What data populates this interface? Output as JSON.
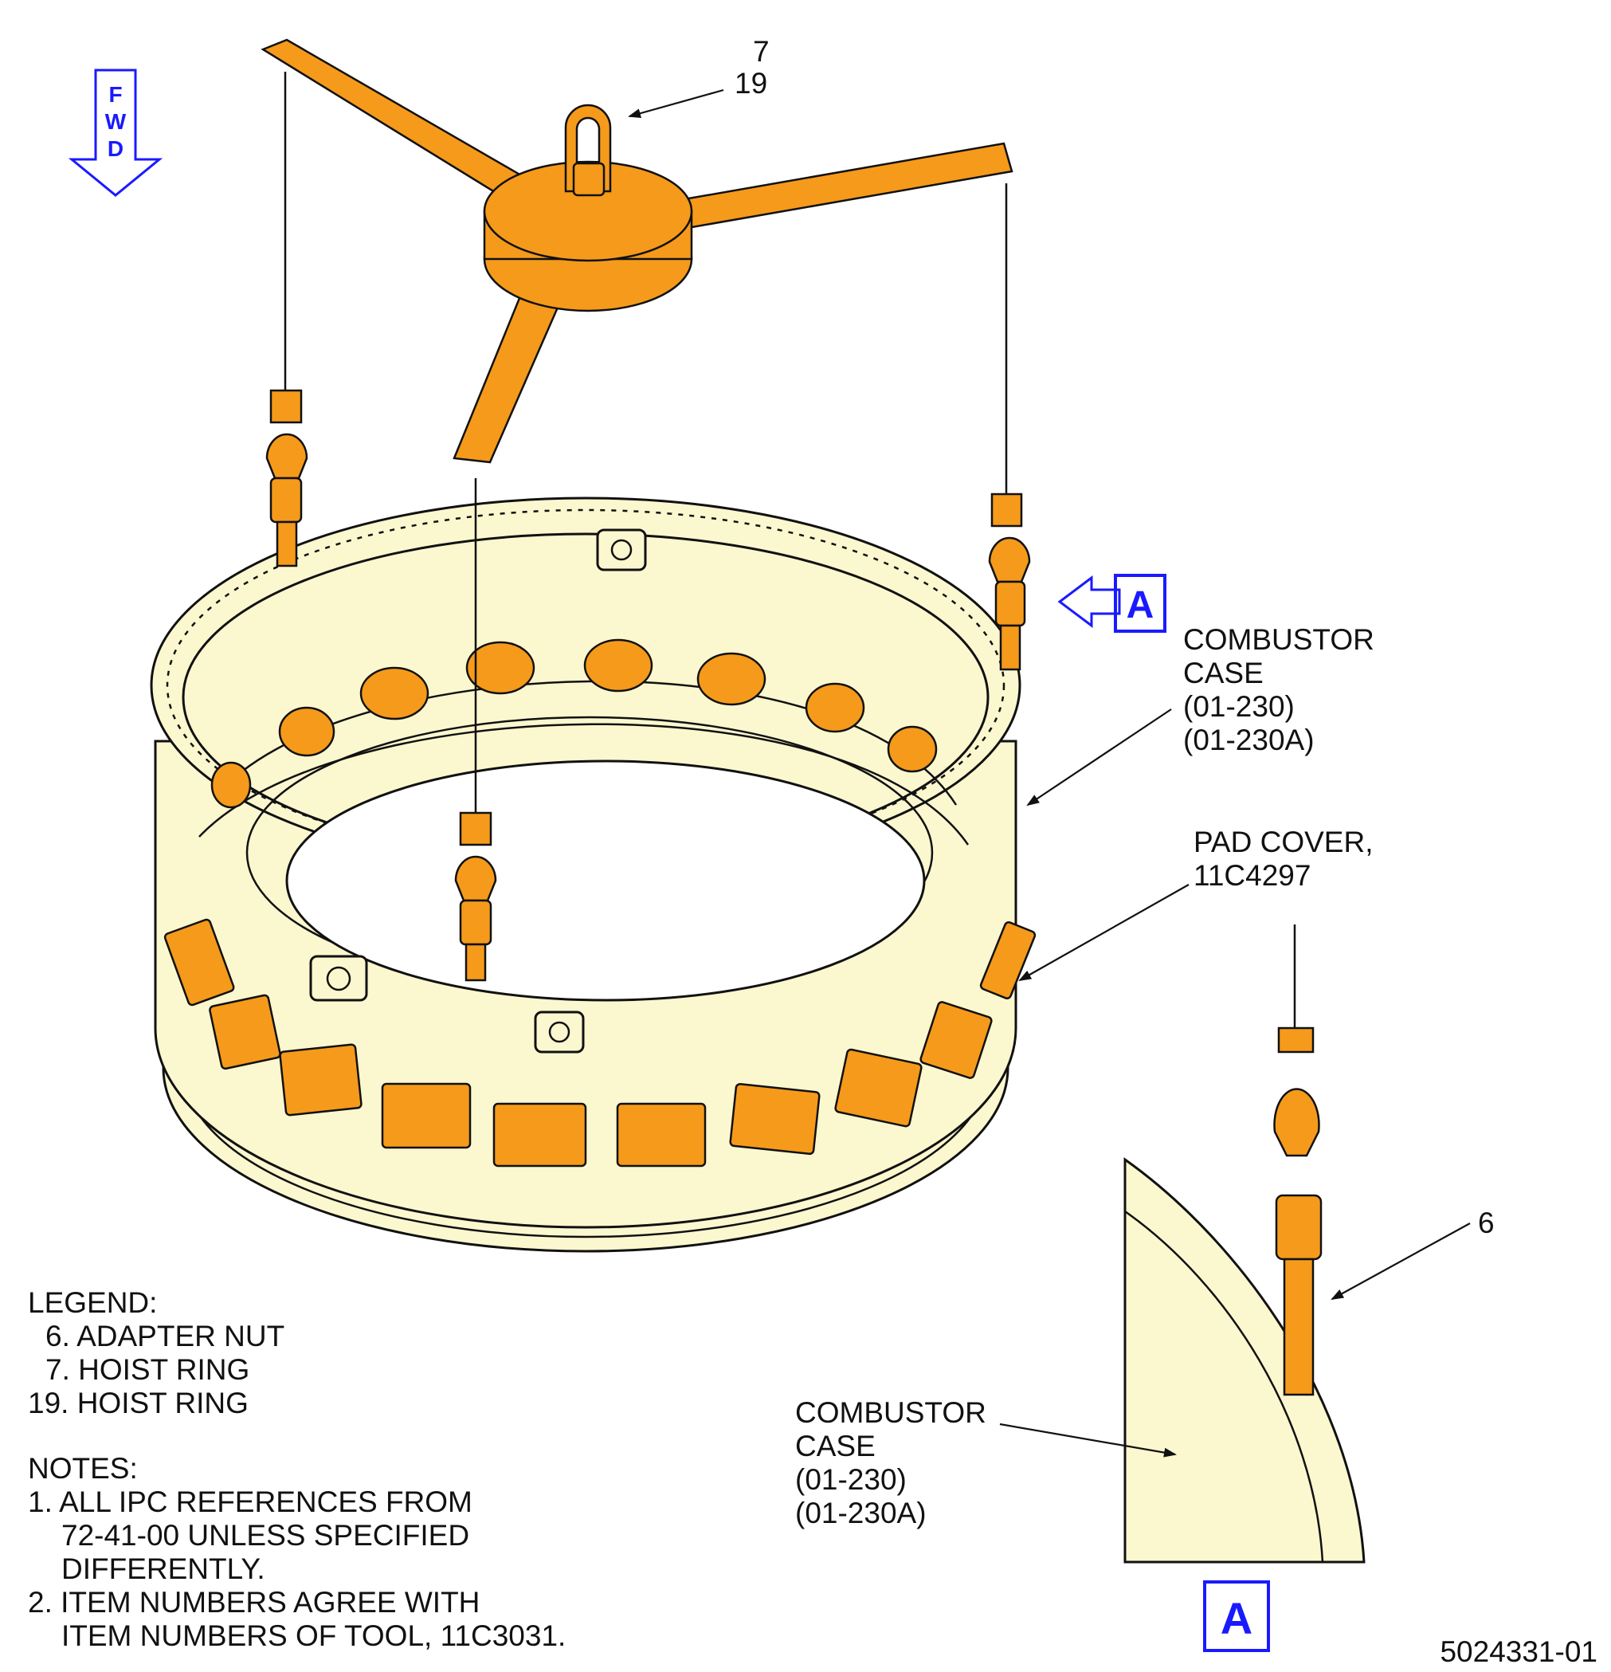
{
  "callouts": {
    "item_7": "7",
    "item_19": "19",
    "item_6": "6",
    "fwd": [
      "F",
      "W",
      "D"
    ],
    "view_flag_top": "A",
    "view_flag_bottom": "A"
  },
  "labels": {
    "combustor_case_main": [
      "COMBUSTOR",
      "CASE",
      "(01-230)",
      "(01-230A)"
    ],
    "pad_cover": [
      "PAD COVER,",
      "11C4297"
    ],
    "combustor_case_detail": [
      "COMBUSTOR",
      "CASE",
      "(01-230)",
      "(01-230A)"
    ]
  },
  "legend": {
    "title": "LEGEND:",
    "items": [
      "6. ADAPTER NUT",
      "7. HOIST RING",
      "19. HOIST RING"
    ]
  },
  "notes": {
    "title": "NOTES:",
    "lines": [
      "1. ALL IPC REFERENCES FROM",
      "72-41-00 UNLESS SPECIFIED",
      "DIFFERENTLY.",
      "2. ITEM NUMBERS AGREE WITH",
      "ITEM NUMBERS OF TOOL, 11C3031."
    ]
  },
  "figure_id": "5024331-01",
  "colors": {
    "tool_orange": "#f59a1b",
    "case_yellow": "#fbf7cf",
    "callout_blue": "#1a1aff",
    "ink": "#111111"
  }
}
